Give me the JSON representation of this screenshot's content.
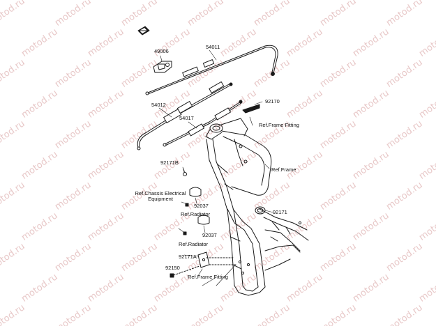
{
  "watermark": {
    "text": "motod.ru",
    "color": "#e8c8c8"
  },
  "parts": {
    "p49006": "49006",
    "p54011": "54011",
    "p54012": "54012",
    "p54017": "54017",
    "p92170": "92170",
    "p92171b": "92171B",
    "p92037_1": "92037",
    "p92037_2": "92037",
    "p92171": "92171",
    "p92171a": "92171A",
    "p92150": "92150"
  },
  "refs": {
    "frame_fitting_top": "Ref.Frame Fitting",
    "frame": "Ref.Frame",
    "chassis_line1": "Ref.Chassis Electrical",
    "chassis_line2": "Equipment",
    "radiator_1": "Ref.Radiator",
    "radiator_2": "Ref.Radiator",
    "frame_fitting_bottom": "Ref.Frame Fitting"
  },
  "icons": [
    "arrow-icon"
  ]
}
